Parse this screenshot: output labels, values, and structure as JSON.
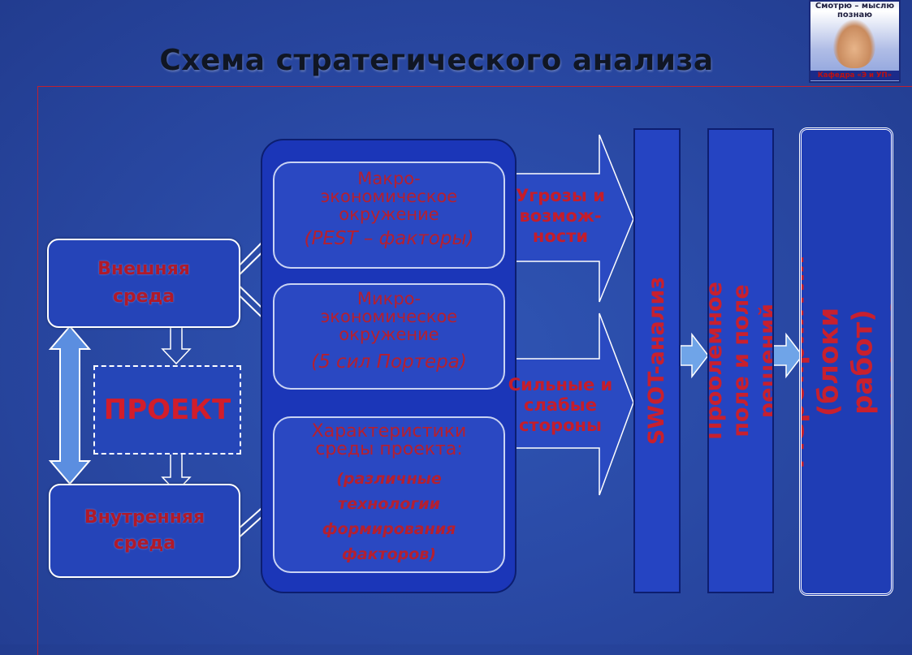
{
  "title": "Схема стратегического анализа",
  "logo": {
    "top_text": "Смотрю – мыслю познаю",
    "bottom_text": "Кафедра «Э и УП»"
  },
  "left": {
    "external": "Внешняя среда",
    "project": "ПРОЕКТ",
    "internal": "Внутренняя среда"
  },
  "middle": {
    "macro_heading": "Макро-экономическое окружение",
    "macro_sub": "(PEST – факторы)",
    "micro_heading": "Микро-экономическое окружение",
    "micro_sub": "(5 сил Портера)",
    "chars_heading": "Характеристики среды проекта:",
    "chars_sub": "(различные технологии формирования факторов)"
  },
  "arrows": {
    "threats": "Угрозы и возмож-ности",
    "strengths": "Сильные и слабые стороны"
  },
  "columns": {
    "swot": "SWOT-анализ",
    "problem": "Проблемное поле и поле решений",
    "measures": "Мероприятия (блоки работ) проекта"
  },
  "colors": {
    "background": "#2a4aa6",
    "box_fill": "#2544b8",
    "text_red": "#c51d2b",
    "outline": "#ffffff"
  }
}
